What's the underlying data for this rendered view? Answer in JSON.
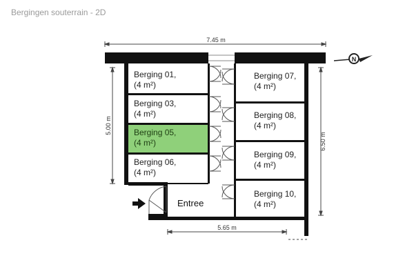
{
  "title": "Bergingen souterrain - 2D",
  "colors": {
    "wall": "#111111",
    "room_fill": "#ffffff",
    "highlight_fill": "#8fd07a",
    "dimension_line": "#444444"
  },
  "rooms": [
    {
      "id": "berging-01",
      "name": "Berging 01,",
      "area": "(4 m²)",
      "highlighted": false
    },
    {
      "id": "berging-03",
      "name": "Berging 03,",
      "area": "(4 m²)",
      "highlighted": false
    },
    {
      "id": "berging-05",
      "name": "Berging 05,",
      "area": "(4 m²)",
      "highlighted": true
    },
    {
      "id": "berging-06",
      "name": "Berging 06,",
      "area": "(4 m²)",
      "highlighted": false
    },
    {
      "id": "berging-07",
      "name": "Berging 07,",
      "area": "(4 m²)",
      "highlighted": false
    },
    {
      "id": "berging-08",
      "name": "Berging 08,",
      "area": "(4 m²)",
      "highlighted": false
    },
    {
      "id": "berging-09",
      "name": "Berging 09,",
      "area": "(4 m²)",
      "highlighted": false
    },
    {
      "id": "berging-10",
      "name": "Berging 10,",
      "area": "(4 m²)",
      "highlighted": false
    }
  ],
  "entree": "Entree",
  "dimensions": {
    "top_width": "7.45 m",
    "left_height": "5.00 m",
    "right_height": "6.50 m",
    "bottom_width": "5.65 m"
  },
  "compass": {
    "icon": "compass-north-icon",
    "label": "N"
  },
  "entrance_arrow": {
    "icon": "entrance-arrow-icon"
  }
}
